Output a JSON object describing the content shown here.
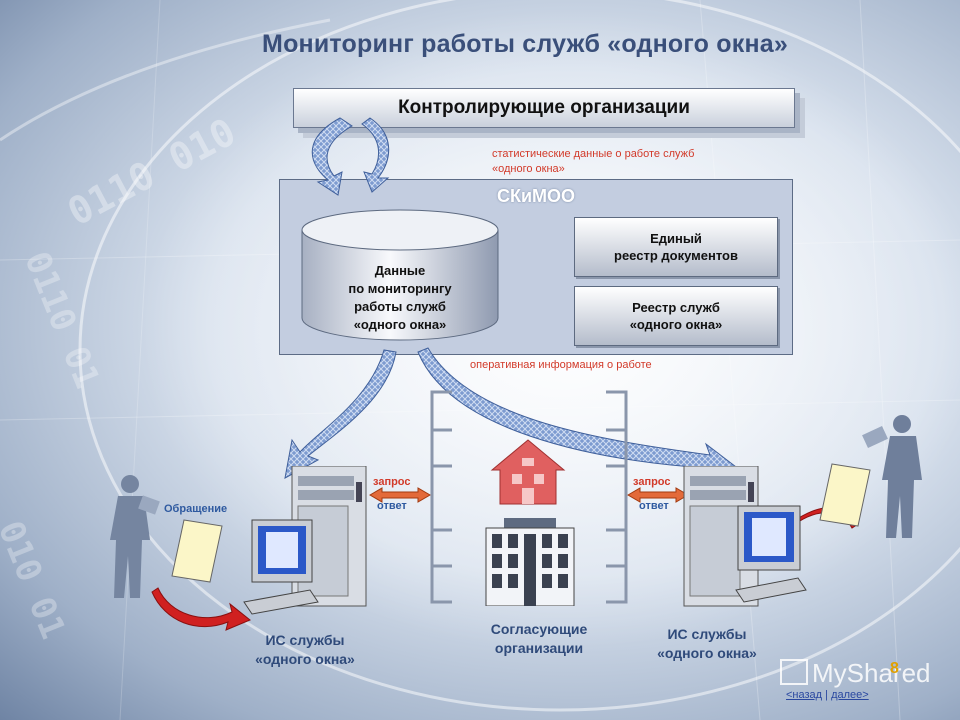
{
  "title": "Мониторинг работы служб «одного окна»",
  "control_orgs": "Контролирующие организации",
  "stat_note": [
    "статистические данные о работе служб",
    "«одного окна»"
  ],
  "skimoo": {
    "title": "СКиМОО",
    "database_lines": [
      "Данные",
      "по мониторингу",
      "работы служб",
      "«одного окна»"
    ],
    "unified_registry": [
      "Единый",
      "реестр документов"
    ],
    "service_registry": [
      "Реестр служб",
      "«одного окна»"
    ]
  },
  "oper_note": "оперативная информация о работе",
  "left_is": {
    "request": "запрос",
    "response": "ответ",
    "caption": [
      "ИС службы",
      "«одного окна»"
    ],
    "appeal": "Обращение"
  },
  "right_is": {
    "request": "запрос",
    "response": "ответ",
    "caption": [
      "ИС службы",
      "«одного окна»"
    ]
  },
  "approving_orgs": [
    "Согласующие",
    "организации"
  ],
  "binary_decor": [
    "0110 010",
    "0110 01",
    "010 01"
  ],
  "watermark": "MyShared",
  "slide_number": "8",
  "nav": {
    "back": "<назад",
    "separator": "|",
    "next": "далее>"
  },
  "colors": {
    "title": "#3a4f7a",
    "red_note": "#d23a2a",
    "caption": "#2f4a7a",
    "arrow_blue": "#4a6fb0",
    "house": "#e06060",
    "return_arrow": "#d02020"
  }
}
